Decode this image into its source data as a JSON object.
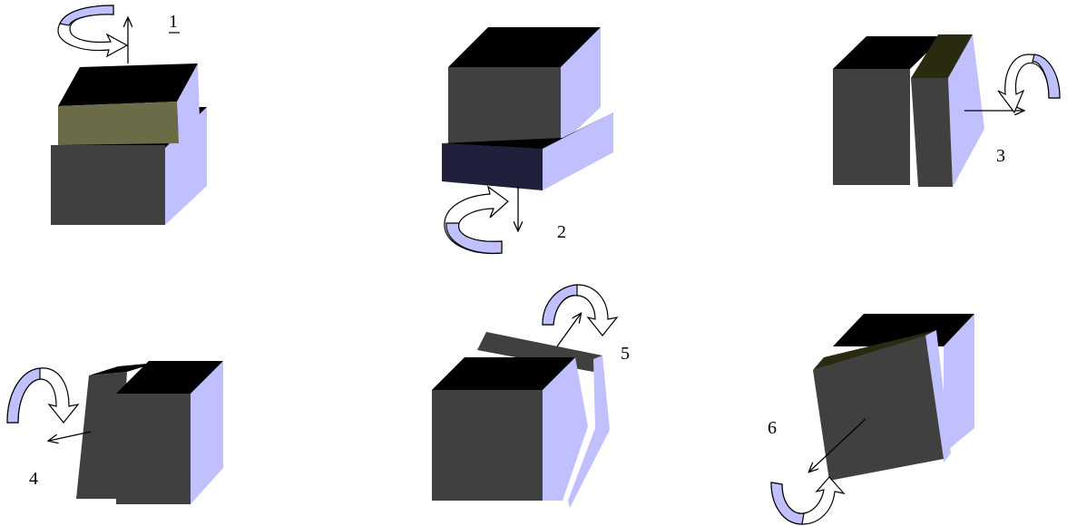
{
  "colors": {
    "top": "#000000",
    "front": "#404040",
    "side": "#c0c0ff",
    "bandOlive": "#6b6b48",
    "bandNavy": "#20203c",
    "topOlive": "#2a2a10",
    "arrow": "#000000",
    "rotationArrowFill": "#c0c0ff"
  },
  "figures": [
    {
      "id": "1",
      "label": "1",
      "label_underlined": true
    },
    {
      "id": "2",
      "label": "2"
    },
    {
      "id": "3",
      "label": "3"
    },
    {
      "id": "4",
      "label": "4"
    },
    {
      "id": "5",
      "label": "5"
    },
    {
      "id": "6",
      "label": "6"
    }
  ]
}
